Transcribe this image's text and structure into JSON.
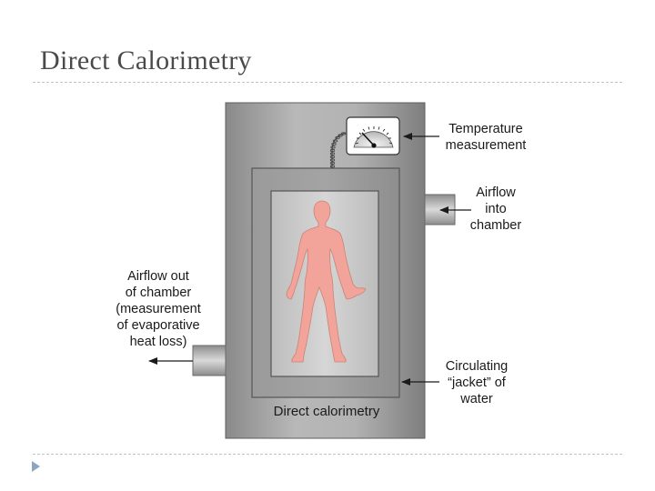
{
  "slide": {
    "title": "Direct Calorimetry"
  },
  "diagram": {
    "caption": "Direct calorimetry",
    "labels": {
      "temperature": "Temperature\nmeasurement",
      "airflow_in": "Airflow\ninto\nchamber",
      "airflow_out": "Airflow out\nof chamber\n(measurement\nof evaporative\nheat loss)",
      "jacket": "Circulating\n“jacket” of\nwater"
    }
  },
  "colors": {
    "chamber_outer": "#a3a3a3",
    "chamber_inner": "#8e8e8e",
    "chamber_core": "#d1d1d1",
    "body": "#f2a49a",
    "rule": "#b8c4cf",
    "bullet": "#8aa6c1"
  },
  "icons": [
    "gauge-icon",
    "human-figure-icon",
    "arrow-icon",
    "bullet-triangle-icon"
  ]
}
